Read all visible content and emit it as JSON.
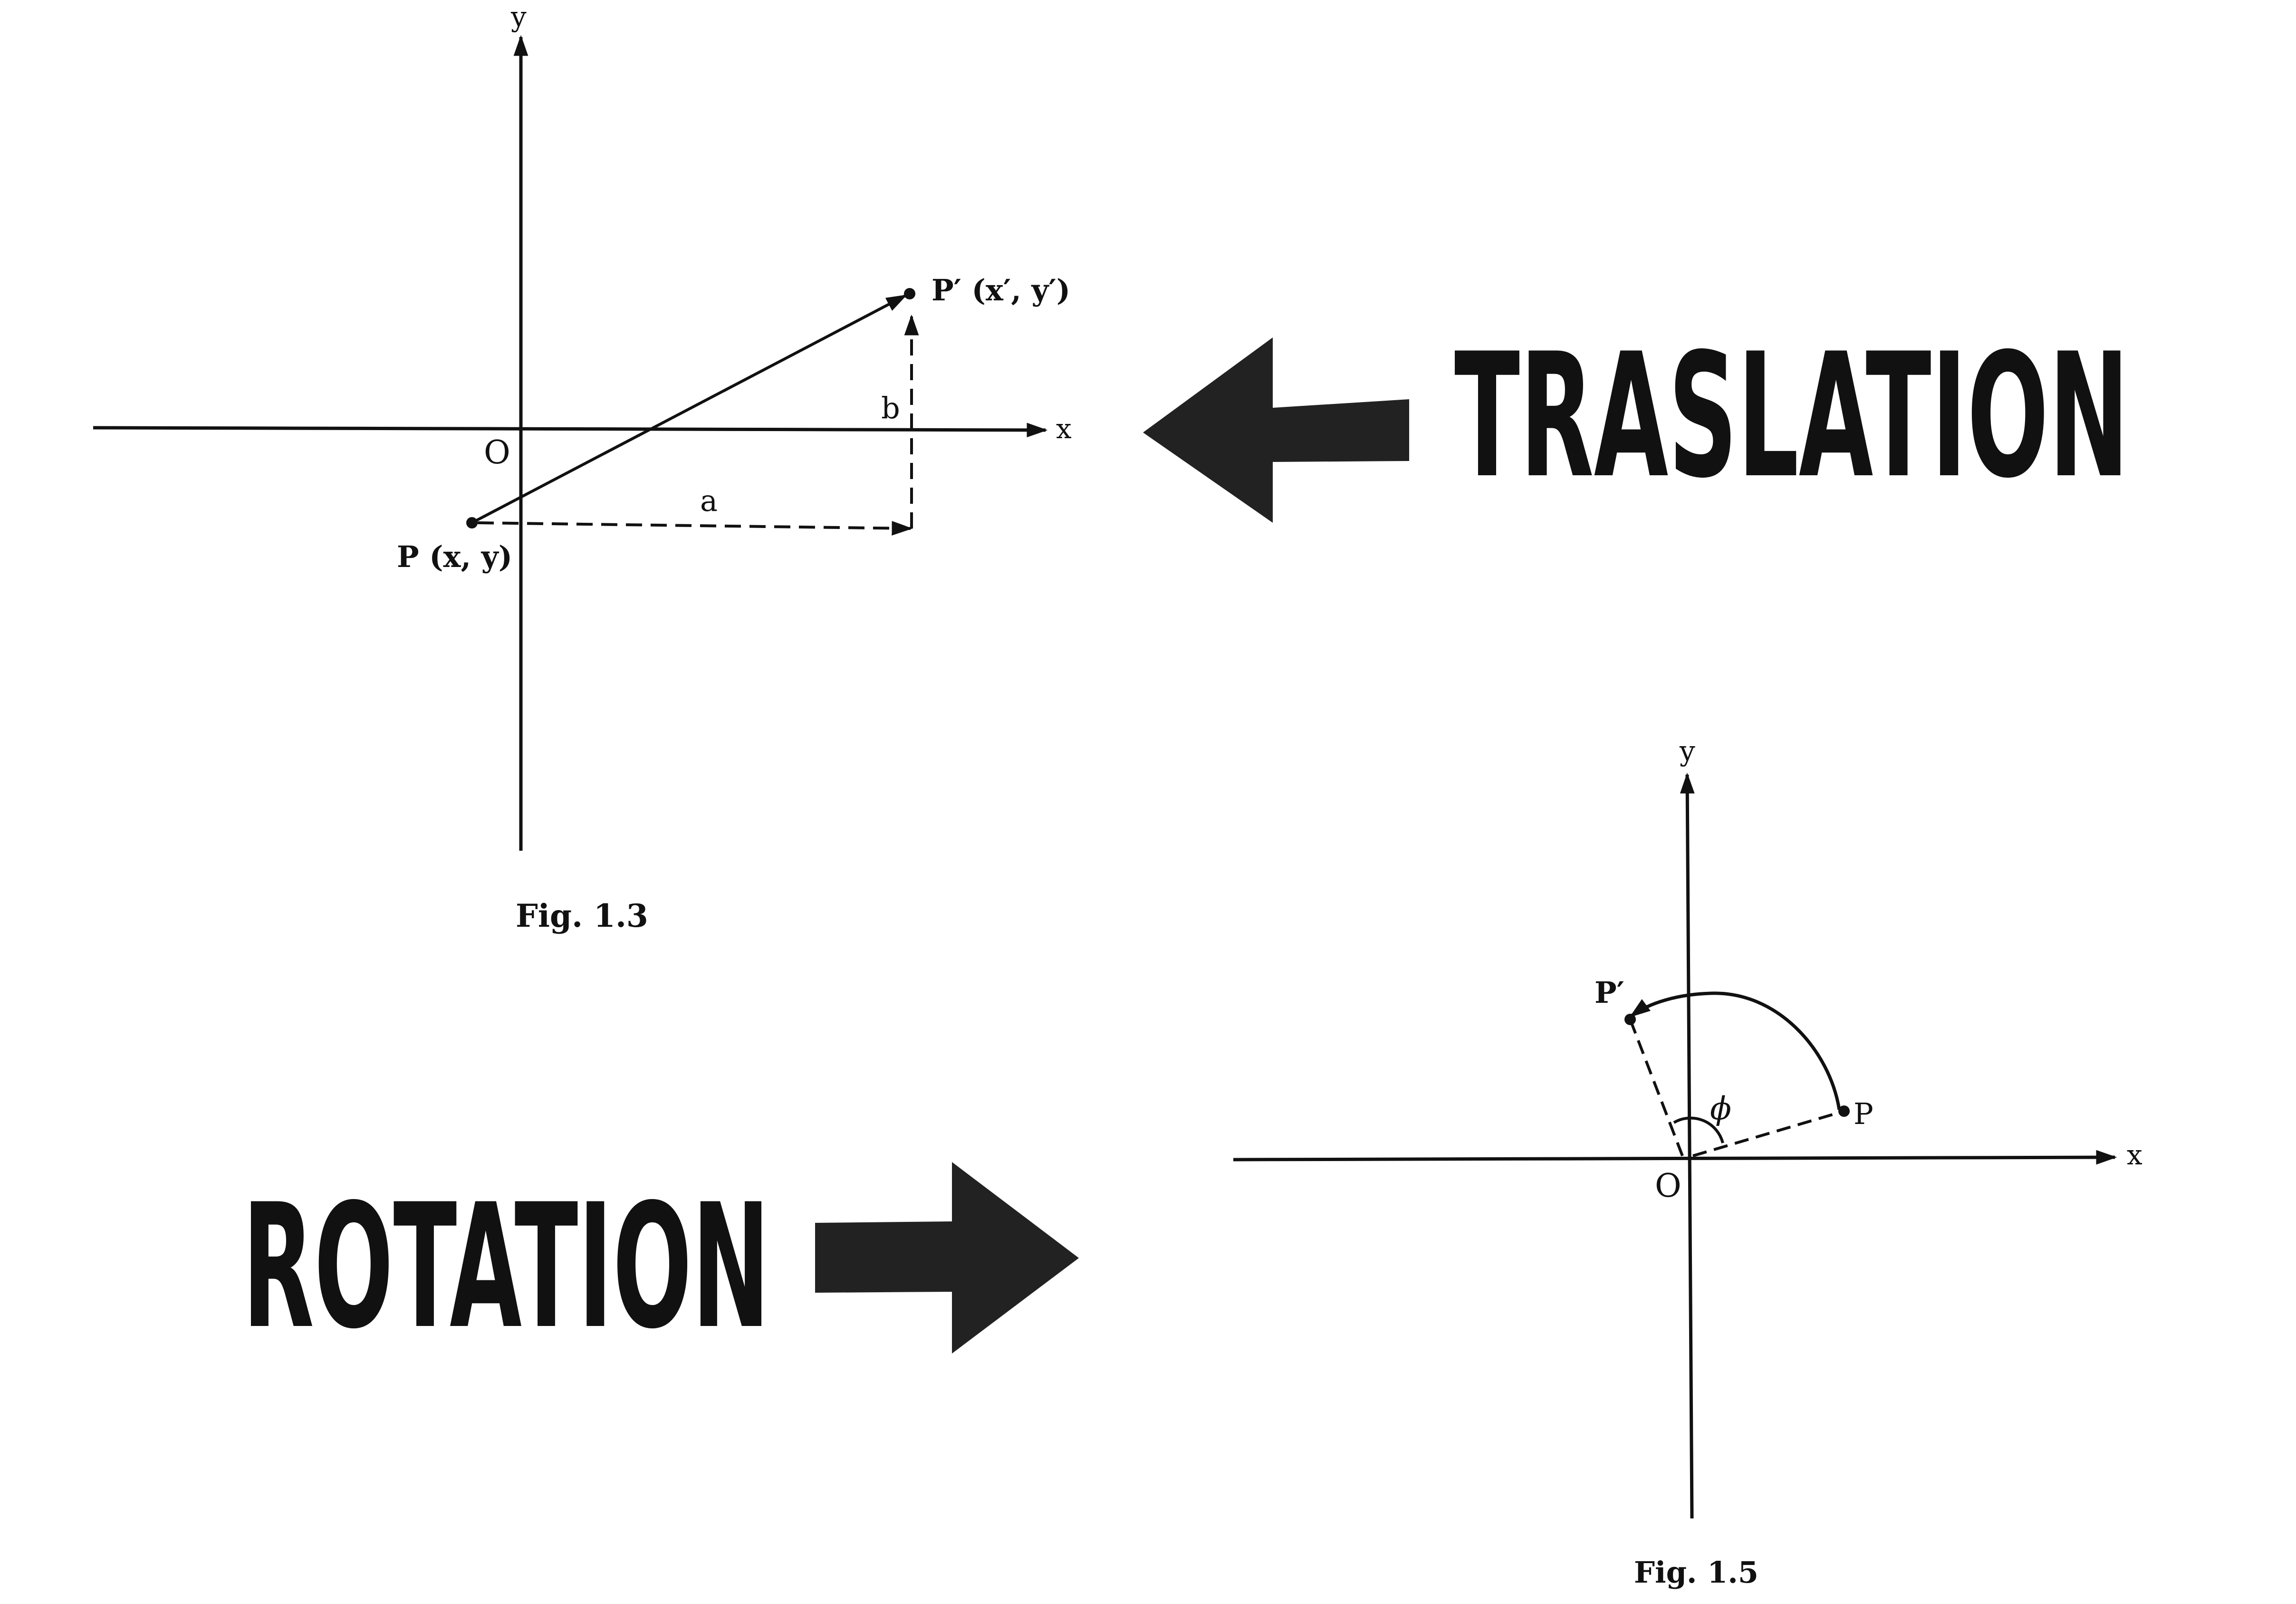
{
  "figure_translation": {
    "axis_y": "y",
    "axis_x": "x",
    "origin": "O",
    "point_p": "P (x, y)",
    "point_p_prime": "P′ (x′, y′)",
    "label_a": "a",
    "label_b": "b",
    "caption": "Fig. 1.3"
  },
  "figure_rotation": {
    "axis_y": "y",
    "axis_x": "x",
    "origin": "O",
    "point_p": "P",
    "point_p_prime": "P′",
    "angle": "ϕ",
    "caption": "Fig. 1.5"
  },
  "callouts": {
    "translation": "TRASLATION",
    "rotation": "ROTATION"
  },
  "colors": {
    "ink": "#111111",
    "arrow": "#222222"
  },
  "icons": {
    "translation_arrow": "arrow-left-icon",
    "rotation_arrow": "arrow-right-icon"
  }
}
